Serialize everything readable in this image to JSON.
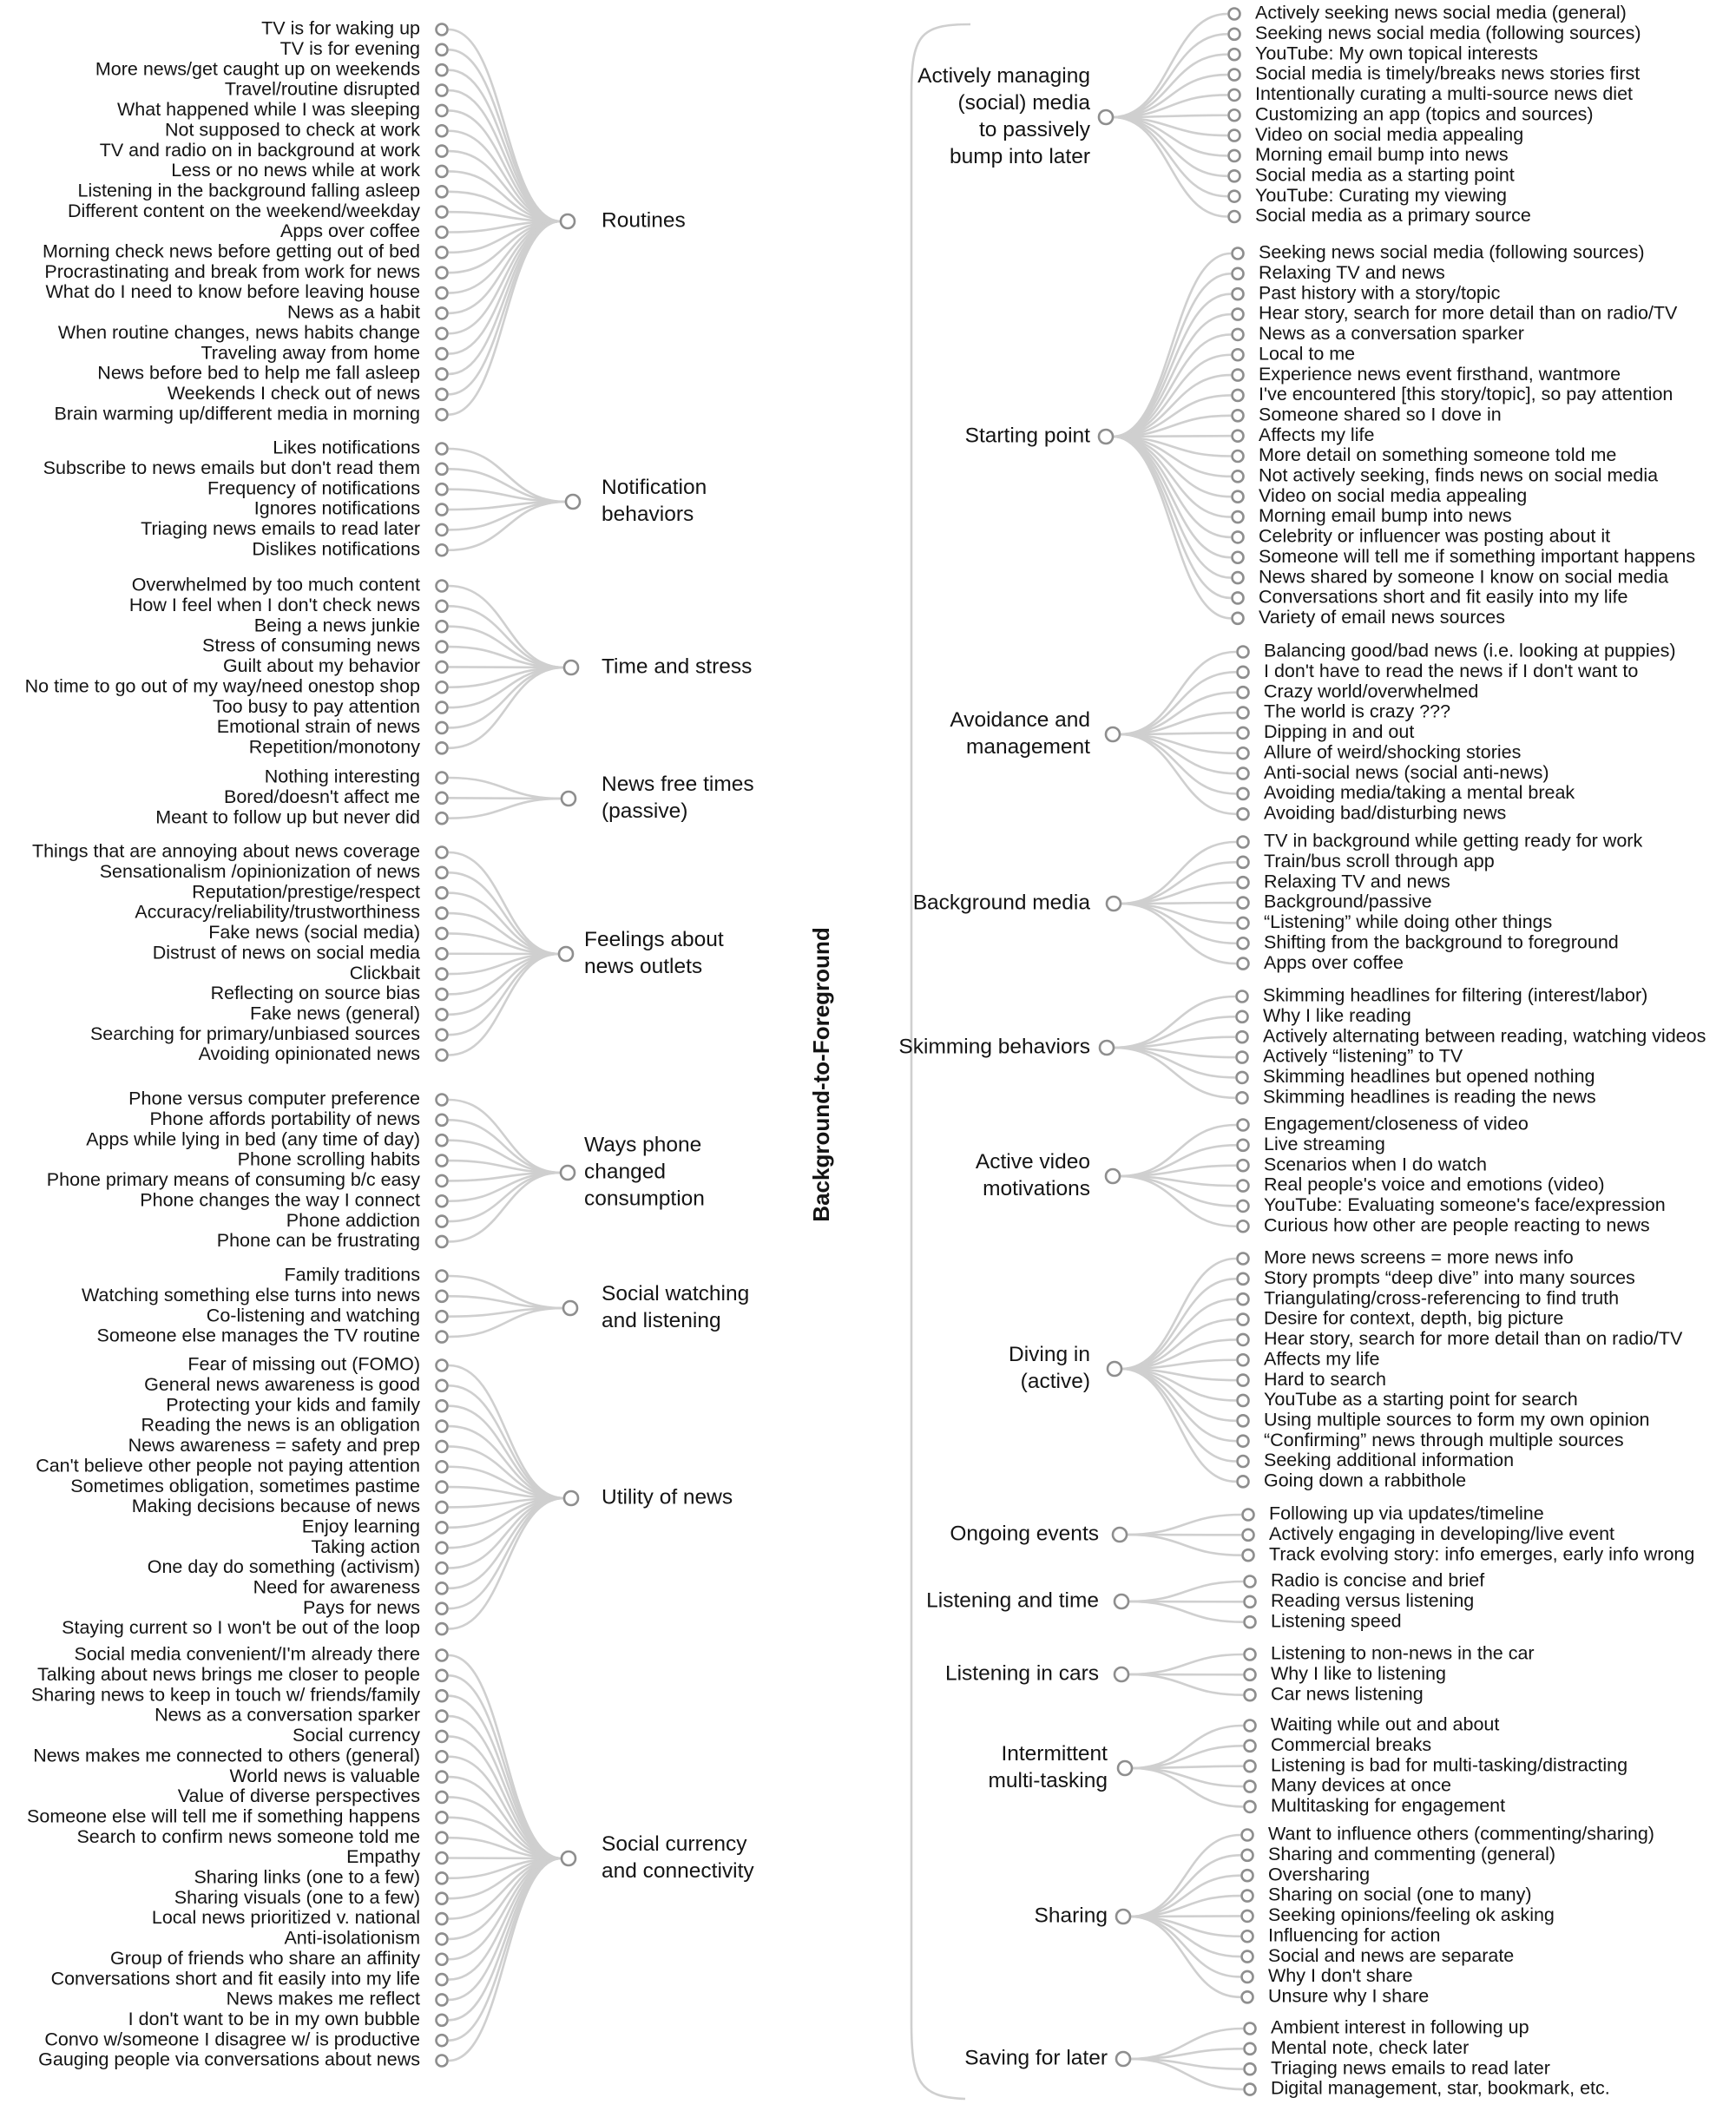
{
  "root": {
    "label": "Background-to-Foreground"
  },
  "left": [
    {
      "label": [
        "Routines"
      ],
      "items": [
        "TV is for waking up",
        "TV is for evening",
        "More news/get caught up on weekends",
        "Travel/routine disrupted",
        "What happened while I was sleeping",
        "Not supposed to check at work",
        "TV and radio on in background at work",
        "Less or no news while at work",
        "Listening in the background falling asleep",
        "Different content on the weekend/weekday",
        "Apps over coffee",
        "Morning check news before getting out of bed",
        "Procrastinating and break from work for news",
        "What do I need to know before leaving house",
        "News as a habit",
        "When routine changes, news habits change",
        "Traveling away from home",
        "News before bed to help me fall asleep",
        "Weekends I check out of news",
        "Brain warming up/different media in morning"
      ]
    },
    {
      "label": [
        "Notification",
        "behaviors"
      ],
      "items": [
        "Likes notifications",
        "Subscribe to news emails but don't read them",
        "Frequency of notifications",
        "Ignores notifications",
        "Triaging news emails to read later",
        "Dislikes notifications"
      ]
    },
    {
      "label": [
        "Time and stress"
      ],
      "items": [
        "Overwhelmed by too much content",
        "How I feel when I don't check news",
        "Being a news junkie",
        "Stress of consuming news",
        "Guilt about my behavior",
        "No time to go out of my way/need onestop shop",
        "Too busy to pay attention",
        "Emotional strain of news",
        "Repetition/monotony"
      ]
    },
    {
      "label": [
        "News free times",
        "(passive)"
      ],
      "items": [
        "Nothing interesting",
        "Bored/doesn't affect me",
        "Meant to follow up but never did"
      ]
    },
    {
      "label": [
        "Feelings about",
        "news outlets"
      ],
      "items": [
        "Things that are annoying about news coverage",
        "Sensationalism /opinionization of news",
        "Reputation/prestige/respect",
        "Accuracy/reliability/trustworthiness",
        "Fake news (social media)",
        "Distrust of news on social media",
        "Clickbait",
        "Reflecting on source bias",
        "Fake news (general)",
        "Searching for primary/unbiased sources",
        "Avoiding opinionated news"
      ]
    },
    {
      "label": [
        "Ways phone",
        "changed",
        "consumption"
      ],
      "items": [
        "Phone versus computer preference",
        "Phone affords portability of news",
        "Apps while lying in bed (any time of day)",
        "Phone scrolling habits",
        "Phone primary means of consuming b/c easy",
        "Phone changes the way I connect",
        "Phone addiction",
        "Phone can be frustrating"
      ]
    },
    {
      "label": [
        "Social watching",
        "and listening"
      ],
      "items": [
        "Family traditions",
        "Watching something else turns into news",
        "Co-listening and watching",
        "Someone else manages the TV routine"
      ]
    },
    {
      "label": [
        "Utility of news"
      ],
      "items": [
        "Fear of missing out (FOMO)",
        "General news awareness is good",
        "Protecting your kids and family",
        "Reading the news is an obligation",
        "News awareness = safety and prep",
        "Can't believe other people not paying attention",
        "Sometimes obligation, sometimes pastime",
        "Making decisions because of news",
        "Enjoy learning",
        "Taking action",
        "One day do something (activism)",
        "Need for awareness",
        "Pays for news",
        "Staying current so I won't be out of the loop"
      ]
    },
    {
      "label": [
        "Social currency",
        "and connectivity"
      ],
      "items": [
        "Social media convenient/I'm already there",
        "Talking about news brings me closer to people",
        "Sharing news to keep in touch w/ friends/family",
        "News as a conversation sparker",
        "Social currency",
        "News makes me connected to others (general)",
        "World news is valuable",
        "Value of diverse perspectives",
        "Someone else will tell me if something happens",
        "Search to confirm news someone told me",
        "Empathy",
        "Sharing links (one to a few)",
        "Sharing visuals (one to a few)",
        "Local news prioritized v. national",
        "Anti-isolationism",
        "Group of friends who share an affinity",
        "Conversations short and fit easily into my life",
        "News makes me reflect",
        "I don't want to be in my own bubble",
        "Convo w/someone I disagree w/ is productive",
        "Gauging people via conversations about news"
      ]
    }
  ],
  "right": [
    {
      "label": [
        "Actively managing",
        "(social) media",
        "to passively",
        "bump into later"
      ],
      "items": [
        "Actively seeking news social media (general)",
        "Seeking news social media (following sources)",
        "YouTube: My own topical interests",
        "Social media is timely/breaks news stories first",
        "Intentionally curating a multi-source news diet",
        "Customizing an app (topics and sources)",
        "Video on social media appealing",
        "Morning email bump into news",
        "Social media as a starting point",
        "YouTube: Curating my viewing",
        "Social media as a primary source"
      ]
    },
    {
      "label": [
        "Starting point"
      ],
      "items": [
        "Seeking news social media (following sources)",
        "Relaxing TV and news",
        "Past history with a story/topic",
        "Hear story, search for more detail than on radio/TV",
        "News as a conversation sparker",
        "Local to me",
        "Experience news event firsthand, wantmore",
        "I've encountered [this story/topic], so pay attention",
        "Someone shared so I dove in",
        "Affects my life",
        "More detail on something someone told me",
        "Not actively seeking, finds news on social media",
        "Video on social media appealing",
        "Morning email bump into news",
        "Celebrity or influencer was posting about it",
        "Someone will tell me if something important happens",
        "News shared by someone I know on social media",
        "Conversations short and fit easily into my life",
        "Variety of email news sources"
      ]
    },
    {
      "label": [
        "Avoidance and",
        "management"
      ],
      "items": [
        "Balancing good/bad news (i.e. looking at puppies)",
        "I don't have to read the news if I don't want to",
        "Crazy world/overwhelmed",
        "The world is crazy ???",
        "Dipping in and out",
        "Allure of weird/shocking stories",
        "Anti-social news (social anti-news)",
        "Avoiding media/taking a mental break",
        "Avoiding bad/disturbing news"
      ]
    },
    {
      "label": [
        "Background media"
      ],
      "items": [
        "TV in background while getting ready for work",
        "Train/bus scroll through app",
        "Relaxing TV and news",
        "Background/passive",
        "“Listening” while doing other things",
        "Shifting from the background to foreground",
        "Apps over coffee"
      ]
    },
    {
      "label": [
        "Skimming behaviors"
      ],
      "items": [
        "Skimming headlines for filtering (interest/labor)",
        "Why I like reading",
        "Actively alternating between reading, watching videos",
        "Actively “listening” to TV",
        "Skimming headlines but opened nothing",
        "Skimming headlines is reading the news"
      ]
    },
    {
      "label": [
        "Active video",
        "motivations"
      ],
      "items": [
        "Engagement/closeness of video",
        "Live streaming",
        "Scenarios when I do watch",
        "Real people's voice and emotions (video)",
        "YouTube: Evaluating someone's face/expression",
        "Curious how other are people reacting to news"
      ]
    },
    {
      "label": [
        "Diving in",
        "(active)"
      ],
      "items": [
        "More news screens = more news info",
        "Story prompts “deep dive” into many sources",
        "Triangulating/cross-referencing to find truth",
        "Desire for context, depth, big picture",
        "Hear story, search for more detail than on radio/TV",
        "Affects my life",
        "Hard to search",
        "YouTube as a starting point for search",
        "Using multiple sources to form my own opinion",
        "“Confirming” news through multiple sources",
        "Seeking additional information",
        "Going down a rabbithole"
      ]
    },
    {
      "label": [
        "Ongoing events"
      ],
      "items": [
        "Following up via updates/timeline",
        "Actively engaging in developing/live event",
        "Track evolving story: info emerges, early info wrong"
      ]
    },
    {
      "label": [
        "Listening and time"
      ],
      "items": [
        "Radio is concise and brief",
        "Reading versus listening",
        "Listening speed"
      ]
    },
    {
      "label": [
        "Listening in cars"
      ],
      "items": [
        "Listening to non-news in the car",
        "Why I like to listening",
        "Car news listening"
      ]
    },
    {
      "label": [
        "Intermittent",
        "multi-tasking"
      ],
      "items": [
        "Waiting while out and about",
        "Commercial breaks",
        "Listening is bad for multi-tasking/distracting",
        "Many devices at once",
        "Multitasking for engagement"
      ]
    },
    {
      "label": [
        "Sharing"
      ],
      "items": [
        "Want to influence others (commenting/sharing)",
        "Sharing and commenting (general)",
        "Oversharing",
        "Sharing on social (one to many)",
        "Seeking opinions/feeling ok asking",
        "Influencing for action",
        "Social and news are separate",
        "Why I don't share",
        "Unsure why I share"
      ]
    },
    {
      "label": [
        "Saving for later"
      ],
      "items": [
        "Ambient interest in following up",
        "Mental note, check later",
        "Triaging news emails to read later",
        "Digital management, star, bookmark, etc."
      ]
    }
  ]
}
